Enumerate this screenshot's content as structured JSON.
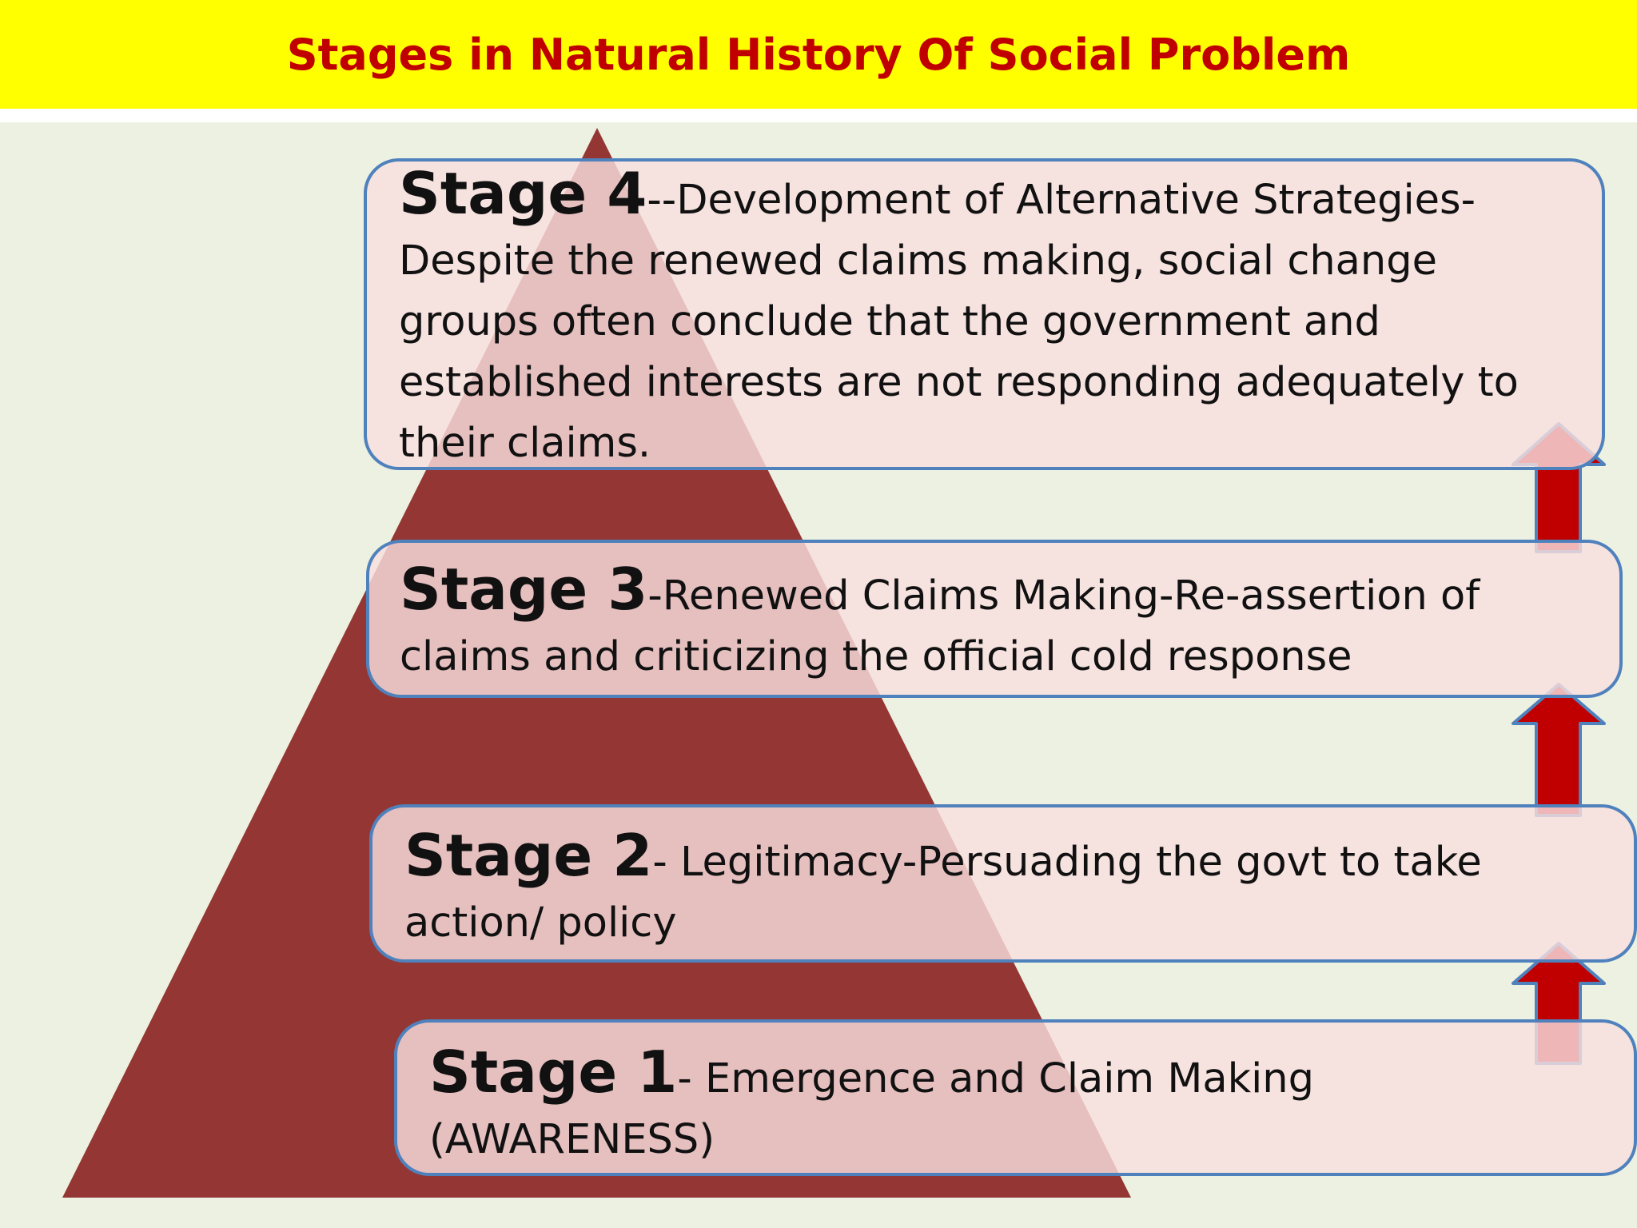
{
  "title": "Stages in Natural History Of  Social Problem",
  "colors": {
    "title_bar": "#ffff00",
    "title_text": "#c00000",
    "background": "#ecf1e2",
    "pyramid": "#943634",
    "box_fill": "#f2dcdb",
    "box_border": "#4f81bd",
    "arrow_fill": "#c00000",
    "arrow_border": "#4f81bd"
  },
  "stages": [
    {
      "label": "Stage 4",
      "text": "--Development  of Alternative Strategies-Despite the renewed claims making, social change groups often conclude that the government and established interests are not responding adequately to their claims."
    },
    {
      "label": "Stage 3",
      "text": "-Renewed Claims Making-Re-assertion of claims and criticizing the official cold response"
    },
    {
      "label": "Stage 2",
      "text": "- Legitimacy-Persuading the govt to take action/ policy"
    },
    {
      "label": "Stage 1",
      "text": "- Emergence and Claim Making (AWARENESS)"
    }
  ],
  "arrows": [
    "arrow-up-icon",
    "arrow-up-icon",
    "arrow-up-icon"
  ]
}
